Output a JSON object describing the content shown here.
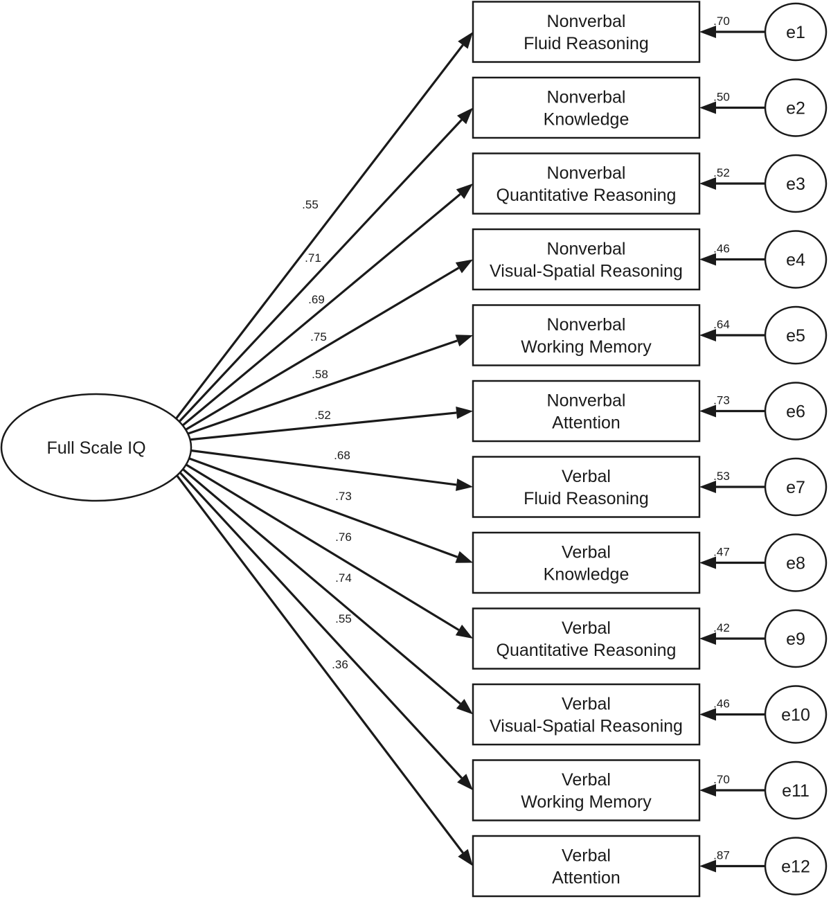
{
  "factor": {
    "label": "Full Scale IQ"
  },
  "indicators": [
    {
      "line1": "Nonverbal",
      "line2": "Fluid Reasoning",
      "loading": ".55",
      "error": "e1",
      "error_loading": ".70"
    },
    {
      "line1": "Nonverbal",
      "line2": "Knowledge",
      "loading": ".71",
      "error": "e2",
      "error_loading": ".50"
    },
    {
      "line1": "Nonverbal",
      "line2": "Quantitative Reasoning",
      "loading": ".69",
      "error": "e3",
      "error_loading": ".52"
    },
    {
      "line1": "Nonverbal",
      "line2": "Visual-Spatial Reasoning",
      "loading": ".75",
      "error": "e4",
      "error_loading": ".46"
    },
    {
      "line1": "Nonverbal",
      "line2": "Working Memory",
      "loading": ".58",
      "error": "e5",
      "error_loading": ".64"
    },
    {
      "line1": "Nonverbal",
      "line2": "Attention",
      "loading": ".52",
      "error": "e6",
      "error_loading": ".73"
    },
    {
      "line1": "Verbal",
      "line2": "Fluid Reasoning",
      "loading": ".68",
      "error": "e7",
      "error_loading": ".53"
    },
    {
      "line1": "Verbal",
      "line2": "Knowledge",
      "loading": ".73",
      "error": "e8",
      "error_loading": ".47"
    },
    {
      "line1": "Verbal",
      "line2": "Quantitative Reasoning",
      "loading": ".76",
      "error": "e9",
      "error_loading": ".42"
    },
    {
      "line1": "Verbal",
      "line2": "Visual-Spatial Reasoning",
      "loading": ".74",
      "error": "e10",
      "error_loading": ".46"
    },
    {
      "line1": "Verbal",
      "line2": "Working Memory",
      "loading": ".55",
      "error": "e11",
      "error_loading": ".70"
    },
    {
      "line1": "Verbal",
      "line2": "Attention",
      "loading": ".36",
      "error": "e12",
      "error_loading": ".87"
    }
  ]
}
